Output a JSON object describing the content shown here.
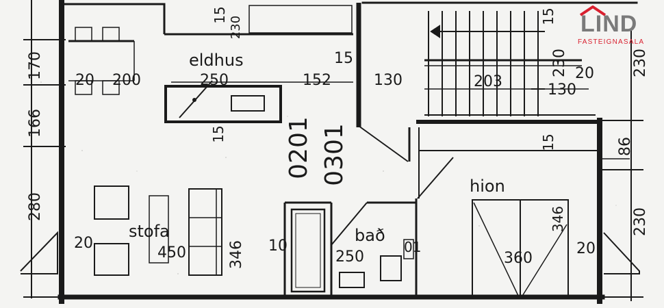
{
  "logo": {
    "brand": "LIND",
    "tagline": "FASTEIGNASALA",
    "accent_color": "#d9202f",
    "text_color": "#7a7a7a"
  },
  "rooms": {
    "kitchen": "eldhus",
    "living": "stofa",
    "bath": "bað",
    "bedroom": "hion"
  },
  "dimensions": {
    "left_170": "170",
    "left_166": "166",
    "left_280": "280",
    "right_230_top": "230",
    "right_86": "86",
    "right_230_bottom": "230",
    "kitchen_15_top": "15",
    "kitchen_230": "230",
    "kitchen_15_right": "15",
    "kitchen_20": "20",
    "kitchen_200": "200",
    "kitchen_250": "250",
    "kitchen_152": "152",
    "kitchen_130": "130",
    "kitchen_15_bottom": "15",
    "hall_0201": "0201",
    "hall_0301": "0301",
    "stair_15": "15",
    "stair_230": "230",
    "stair_203": "203",
    "stair_130": "130",
    "stair_20": "20",
    "corridor_15": "15",
    "living_20": "20",
    "living_450": "450",
    "living_346": "346",
    "bath_10": "10",
    "bath_250": "250",
    "bath_01": "01",
    "bed_360": "360",
    "bed_346": "346",
    "bed_20": "20"
  }
}
